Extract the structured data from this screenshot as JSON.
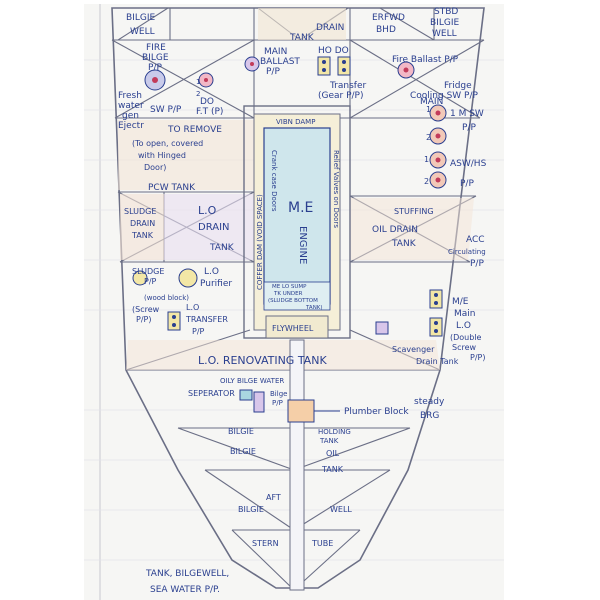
{
  "colors": {
    "ink": "#2a3f8f",
    "pencil": "#6b6f86",
    "paper": "#f6f6f4",
    "engine_fill": "#cfe6ec",
    "pink": "#f2b8c6",
    "yellow": "#f3e7a6",
    "purple": "#d8c6ea",
    "tank_tint": "#f3e3d6"
  },
  "labels": {
    "bilge_well_top_left": [
      "BILGIE",
      "WELL"
    ],
    "drain_tank_top": [
      "DRAIN",
      "TANK"
    ],
    "erfwd_bhd": [
      "ERFWD",
      "BHD"
    ],
    "stbd_bilge_well": [
      "STBD",
      "BILGIE",
      "WELL"
    ],
    "fire_bilge_pp": [
      "FIRE",
      "BILGE",
      "P/P"
    ],
    "main_ballast_pp": [
      "MAIN",
      "BALLAST",
      "P/P"
    ],
    "ho_do": "HO DO",
    "fire_ballast_pp": "Fire Ballast P/P",
    "fresh_water_gen_ejector": [
      "Fresh",
      "water",
      "gen",
      "Ejectr"
    ],
    "ho_do_ft": [
      "DO",
      "F.T (P)"
    ],
    "sw_pp": "SW P/P",
    "transfer_gear_pp": [
      "Transfer",
      "(Gear P/P)"
    ],
    "fridge_cooling_sw_pp": [
      "Fridge",
      "Cooling SW P/P"
    ],
    "to_remove": "TO REMOVE",
    "vibn_damp": "VIBN DAMP",
    "main_msw_pp": [
      "MAIN",
      "1 M SW",
      "P/P"
    ],
    "to_open_covered": [
      "(To open, covered",
      "with Hinged",
      "Door)"
    ],
    "relief_valves": "Relief Valves on Doors",
    "crank_case_doors": "Crank case Doors",
    "asw_hs_pp": [
      "ASW/HS",
      "P/P"
    ],
    "pcw_tank": "PCW TANK",
    "me_engine": [
      "M.E",
      "ENGINE"
    ],
    "stuffing": "STUFFING",
    "sludge_drain_tank": [
      "SLUDGE",
      "DRAIN",
      "TANK"
    ],
    "lo_drain_tank": [
      "L.O",
      "DRAIN",
      "TANK"
    ],
    "coffer_dam": "COFFER DAM (VOID SPACE)",
    "oil_drain_tank": [
      "OIL DRAIN",
      "TANK"
    ],
    "acc_circulating_pp": [
      "ACC",
      "Circulating",
      "P/P"
    ],
    "sludge_pp": [
      "SLUDGE",
      "P/P"
    ],
    "lo_purifier": [
      "L.O",
      "Purifier"
    ],
    "me_lo_sump": [
      "ME LO SUMP",
      "TK UNDER",
      "(SLUDGE BOTTOM",
      "TANK)"
    ],
    "wood_block": "(wood block)",
    "screw_pp": [
      "(Screw",
      "P/P)"
    ],
    "lo_transfer_pp": [
      "L.O",
      "TRANSFER",
      "P/P"
    ],
    "me_main_lo_pp": [
      "M/E",
      "Main",
      "L.O",
      "(Double",
      "Screw",
      "P/P)"
    ],
    "flywheel": "FLYWHEEL",
    "scavenger_drain_tank": [
      "Scavenger",
      "Drain Tank"
    ],
    "lo_renovating_tank": "L.O. RENOVATING TANK",
    "oily_bilge_water_separator": [
      "OILY BILGE WATER",
      "SEPERATOR"
    ],
    "bilge_pp": [
      "Bilge",
      "P/P"
    ],
    "plumber_block": "Plumber Block",
    "steady_brg": [
      "steady",
      "BRG"
    ],
    "bilge_holding_tank": [
      "BILGIE",
      "HOLDING",
      "TANK"
    ],
    "bilge_oil_tank": [
      "BILGIE",
      "OIL",
      "TANK"
    ],
    "aft_bilge_well": [
      "AFT",
      "BILGIE",
      "WELL"
    ],
    "stern_tube": [
      "STERN",
      "TUBE"
    ],
    "footer_note": [
      "TANK, BILGEWELL,",
      "SEA WATER P/P."
    ],
    "pump_numbers": [
      "1",
      "2",
      "1",
      "2",
      "1",
      "2"
    ]
  },
  "icons": [
    "fire-bilge-pump-circle-icon",
    "fresh-water-generator-circle-icon",
    "do-transfer-pump-circle-icon",
    "fire-ballast-pump-circle-icon",
    "main-sea-water-pump-circle-icon",
    "asw-hs-pump-circle-icon",
    "lo-purifier-circle-icon",
    "lo-transfer-pump-square-icon",
    "me-lo-pump-square-icon",
    "ho-do-pump-square-icon",
    "scavenger-drain-tank-square-icon",
    "bilge-separator-square-icon",
    "plumber-block-square-icon"
  ]
}
